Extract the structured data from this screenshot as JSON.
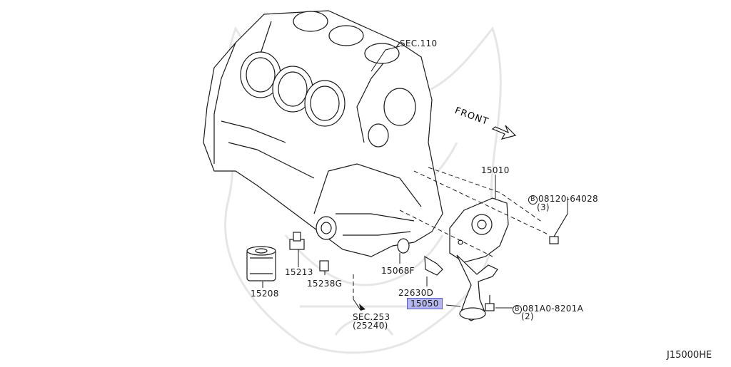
{
  "labels": {
    "sec110": "SEC.110",
    "front": "FRONT",
    "p15010": "15010",
    "bolt1_code": "08120-64028",
    "bolt1_qty": "(3)",
    "p15213": "15213",
    "p15238g": "15238G",
    "p15208": "15208",
    "p15068f": "15068F",
    "p22630d": "22630D",
    "p15050": "15050",
    "bolt2_code": "081A0-8201A",
    "bolt2_qty": "(2)",
    "sec253": "SEC.253",
    "sec253_ref": "(25240)",
    "bolt_marker": "B"
  },
  "diagram_code": "J15000HE",
  "colors": {
    "highlight": "#b5b7f0",
    "line": "#1a1a1a",
    "watermark": "#e4e4e4"
  }
}
